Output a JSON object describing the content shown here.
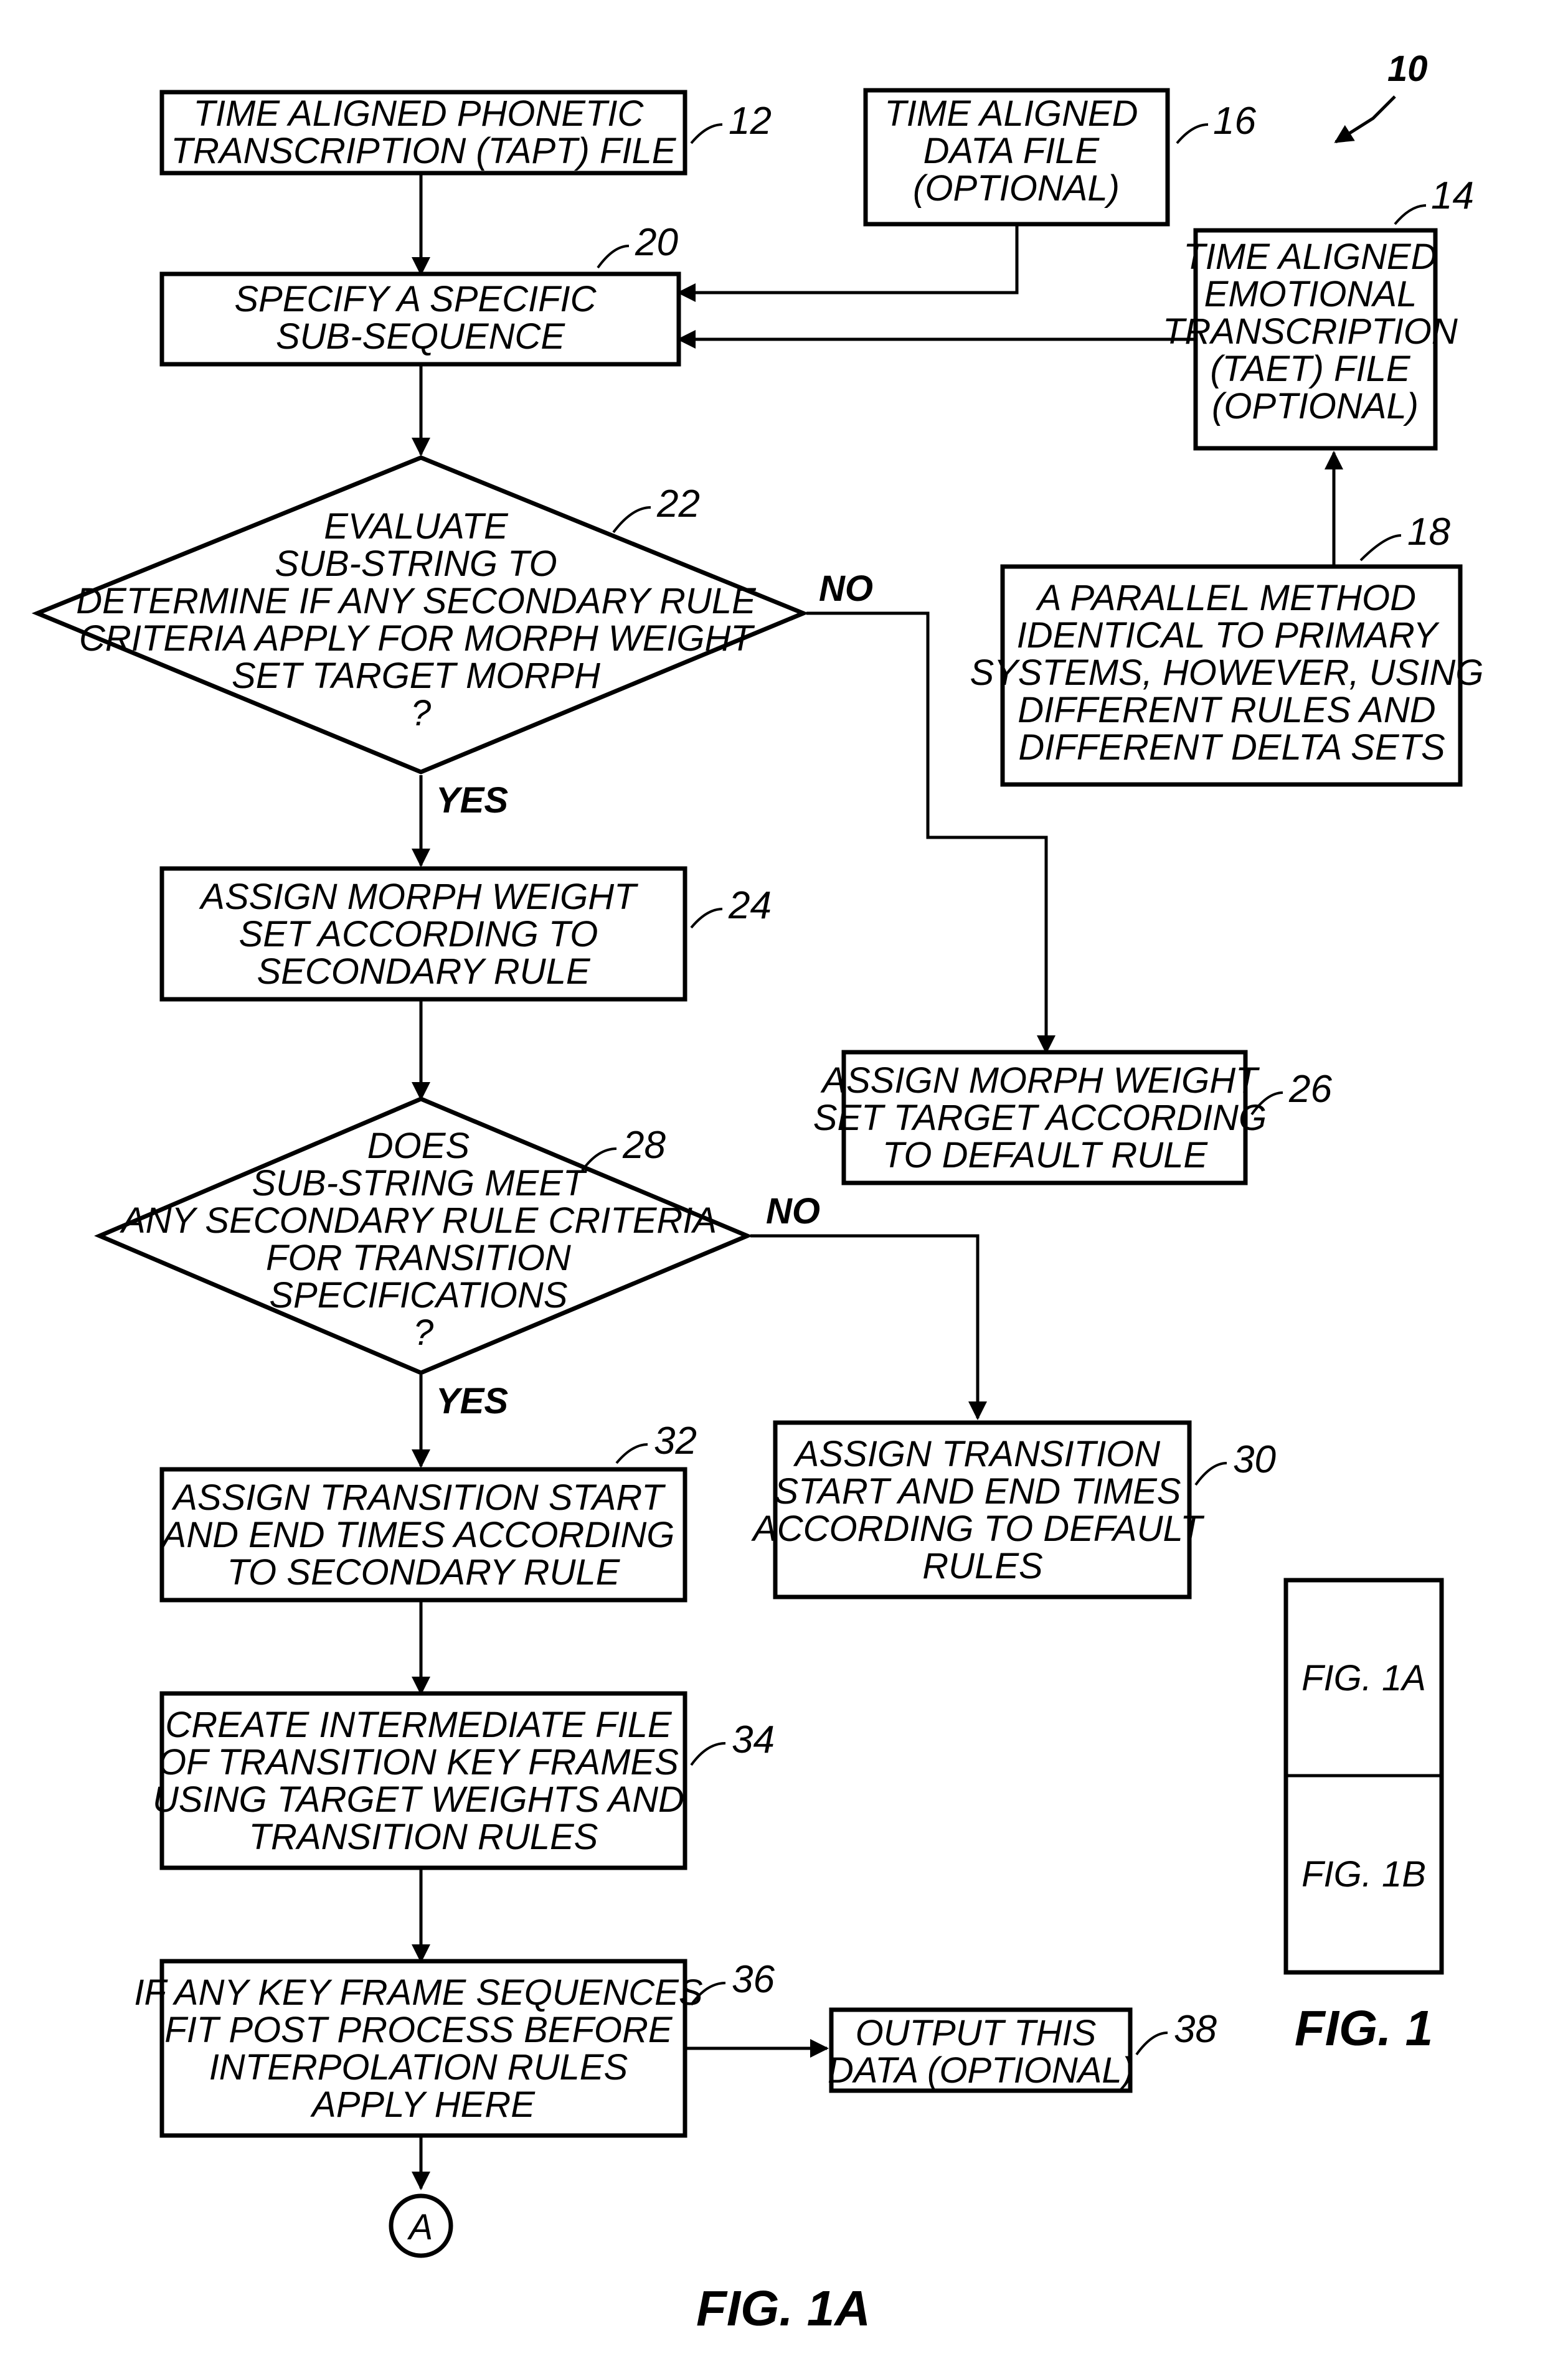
{
  "figure_ref": "10",
  "caption": "FIG. 1A",
  "fig1_caption": "FIG. 1",
  "figure_key": [
    "FIG. 1A",
    "FIG. 1B"
  ],
  "connector_label": "A",
  "labels": {
    "yes": "YES",
    "no": "NO"
  },
  "nodes": {
    "n12": {
      "ref": "12",
      "lines": [
        "TIME ALIGNED PHONETIC",
        "TRANSCRIPTION (TAPT) FILE"
      ]
    },
    "n16": {
      "ref": "16",
      "lines": [
        "TIME ALIGNED",
        "DATA FILE",
        "(OPTIONAL)"
      ]
    },
    "n14": {
      "ref": "14",
      "lines": [
        "TIME ALIGNED",
        "EMOTIONAL",
        "TRANSCRIPTION",
        "(TAET) FILE",
        "(OPTIONAL)"
      ]
    },
    "n20": {
      "ref": "20",
      "lines": [
        "SPECIFY A SPECIFIC",
        "SUB-SEQUENCE"
      ]
    },
    "n22": {
      "ref": "22",
      "lines": [
        "EVALUATE",
        "SUB-STRING TO",
        "DETERMINE IF ANY SECONDARY RULE",
        "CRITERIA APPLY FOR MORPH WEIGHT",
        "SET TARGET MORPH",
        "?"
      ]
    },
    "n18": {
      "ref": "18",
      "lines": [
        "A PARALLEL METHOD",
        "IDENTICAL TO PRIMARY",
        "SYSTEMS, HOWEVER, USING",
        "DIFFERENT RULES AND",
        "DIFFERENT DELTA SETS"
      ]
    },
    "n24": {
      "ref": "24",
      "lines": [
        "ASSIGN MORPH WEIGHT",
        "SET ACCORDING TO",
        "SECONDARY RULE"
      ]
    },
    "n26": {
      "ref": "26",
      "lines": [
        "ASSIGN MORPH WEIGHT",
        "SET TARGET ACCORDING",
        "TO DEFAULT RULE"
      ]
    },
    "n28": {
      "ref": "28",
      "lines": [
        "DOES",
        "SUB-STRING MEET",
        "ANY SECONDARY RULE CRITERIA",
        "FOR TRANSITION",
        "SPECIFICATIONS",
        "?"
      ]
    },
    "n30": {
      "ref": "30",
      "lines": [
        "ASSIGN TRANSITION",
        "START AND END TIMES",
        "ACCORDING TO DEFAULT",
        "RULES"
      ]
    },
    "n32": {
      "ref": "32",
      "lines": [
        "ASSIGN TRANSITION START",
        "AND END TIMES ACCORDING",
        "TO SECONDARY RULE"
      ]
    },
    "n34": {
      "ref": "34",
      "lines": [
        "CREATE INTERMEDIATE FILE",
        "OF TRANSITION KEY FRAMES",
        "USING TARGET WEIGHTS AND",
        "TRANSITION RULES"
      ]
    },
    "n36": {
      "ref": "36",
      "lines": [
        "IF ANY KEY FRAME SEQUENCES",
        "FIT POST PROCESS BEFORE",
        "INTERPOLATION RULES",
        "APPLY HERE"
      ]
    },
    "n38": {
      "ref": "38",
      "lines": [
        "OUTPUT THIS",
        "DATA (OPTIONAL)"
      ]
    }
  }
}
